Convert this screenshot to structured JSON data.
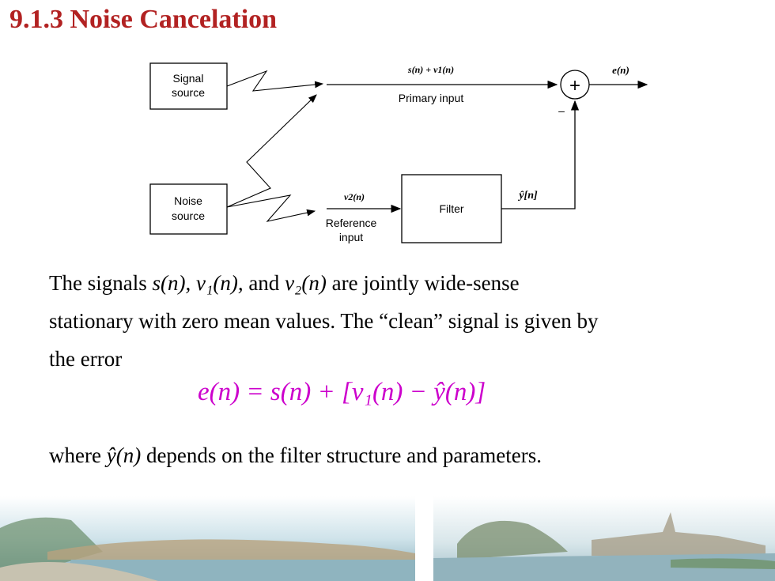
{
  "title": "9.1.3  Noise Cancelation",
  "diagram": {
    "signal_source": [
      "Signal",
      "source"
    ],
    "noise_source": [
      "Noise",
      "source"
    ],
    "filter": "Filter",
    "primary_signal": "s(n) + v1(n)",
    "primary_label": "Primary input",
    "reference_signal": "v2(n)",
    "reference_label": [
      "Reference",
      "input"
    ],
    "filter_output": "ŷ[n]",
    "output": "e(n)",
    "adder_symbol": "+",
    "minus_sign": "–"
  },
  "text": {
    "p1_a": "The signals ",
    "p1_m1": "s(n), v₁(n),",
    "p1_b": " and ",
    "p1_m2": "v₂(n)",
    "p1_c": " are jointly wide-sense",
    "p2": "stationary with zero mean values. The “clean” signal is given by",
    "p3": "the error",
    "equation": "e(n) = s(n) + [v₁(n) − ŷ(n)]",
    "p4_a": "where ",
    "p4_m": "ŷ(n)",
    "p4_b": " depends on the filter structure and parameters."
  },
  "colors": {
    "title": "#b22222",
    "equation": "#cc00cc"
  }
}
